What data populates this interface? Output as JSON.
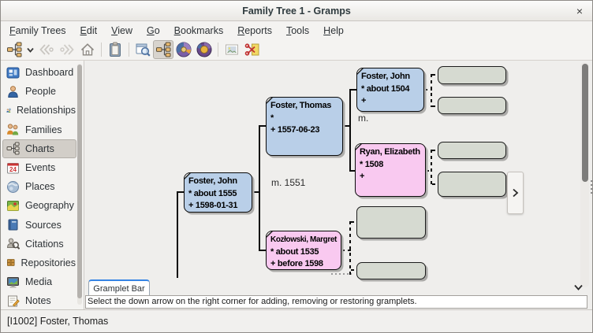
{
  "window": {
    "title": "Family Tree 1 - Gramps",
    "close": "×"
  },
  "menubar": {
    "items": [
      {
        "label": "Family Trees"
      },
      {
        "label": "Edit"
      },
      {
        "label": "View"
      },
      {
        "label": "Go"
      },
      {
        "label": "Bookmarks"
      },
      {
        "label": "Reports"
      },
      {
        "label": "Tools"
      },
      {
        "label": "Help"
      }
    ]
  },
  "toolbar": {
    "icons": [
      "family-trees-icon",
      "chevron-down-icon",
      "back-icon",
      "forward-icon",
      "home-icon",
      "clipboard-icon",
      "configure-view-icon",
      "pedigree-view-icon",
      "fan-chart-icon",
      "full-fan-chart-icon",
      "image-icon",
      "scissors-icon"
    ],
    "active_view": "pedigree"
  },
  "sidebar": {
    "selected": "Charts",
    "items": [
      {
        "label": "Dashboard",
        "icon": "dashboard-icon"
      },
      {
        "label": "People",
        "icon": "people-icon"
      },
      {
        "label": "Relationships",
        "icon": "relationships-icon"
      },
      {
        "label": "Families",
        "icon": "families-icon"
      },
      {
        "label": "Charts",
        "icon": "charts-icon"
      },
      {
        "label": "Events",
        "icon": "events-icon"
      },
      {
        "label": "Places",
        "icon": "places-icon"
      },
      {
        "label": "Geography",
        "icon": "geography-icon"
      },
      {
        "label": "Sources",
        "icon": "sources-icon"
      },
      {
        "label": "Citations",
        "icon": "citations-icon"
      },
      {
        "label": "Repositories",
        "icon": "repositories-icon"
      },
      {
        "label": "Media",
        "icon": "media-icon"
      },
      {
        "label": "Notes",
        "icon": "notes-icon"
      }
    ]
  },
  "chart": {
    "colors": {
      "male_box": "#b9cfe8",
      "female_box": "#f9c9f0",
      "empty_box": "#d6dad1"
    },
    "people": [
      {
        "name": "Foster, John",
        "birth": "* about 1555",
        "death": "+ 1598-01-31",
        "sex": "male"
      },
      {
        "name": "Foster, Thomas",
        "birth": "*",
        "death": "+ 1557-06-23",
        "sex": "male"
      },
      {
        "name": "Kozłowski, Margret",
        "birth": "* about 1535",
        "death": "+ before 1598",
        "sex": "female"
      },
      {
        "name": "Foster, John",
        "birth": "* about 1504",
        "death": "+",
        "sex": "male"
      },
      {
        "name": "Ryan, Elizabeth",
        "birth": "* 1508",
        "death": "+",
        "sex": "female"
      }
    ],
    "marriage_labels": [
      {
        "text": "m. 1551"
      },
      {
        "text": "m."
      }
    ]
  },
  "gramplet_bar": {
    "tab": "Gramplet Bar",
    "message": "Select the down arrow on the right corner for adding, removing or restoring gramplets."
  },
  "statusbar": {
    "text": "[I1002] Foster, Thomas"
  }
}
